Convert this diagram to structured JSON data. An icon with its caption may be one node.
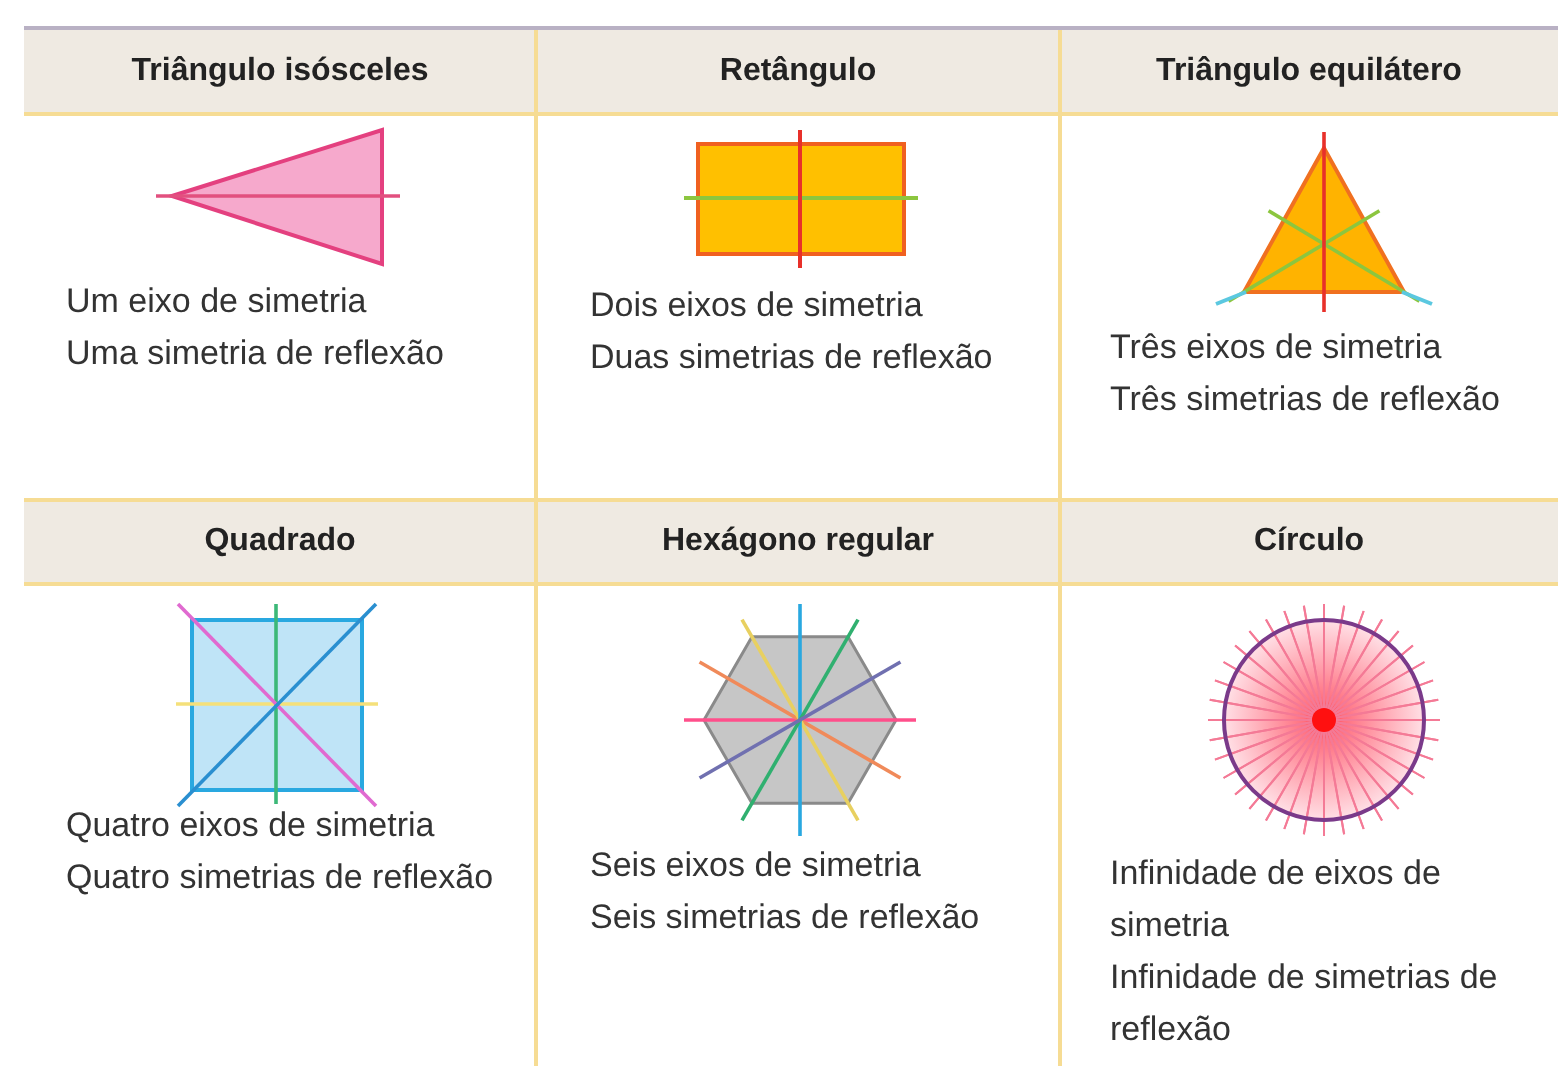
{
  "diagram": {
    "labels": [
      "Triângulo isósceles",
      "Retângulo",
      "Triângulo equilátero",
      "Um eixo de simetria",
      "Uma simetria de reflexão",
      "Dois eixos de simetria",
      "Duas simetrias de reflexão",
      "Três eixos de simetria",
      "Três simetrias de reflexão",
      "Quadrado",
      "Hexágono regular",
      "Círculo",
      "Quatro eixos de simetria",
      "Quatro simetrias de reflexão",
      "Seis eixos de simetria",
      "Seis simetrias de reflexão",
      "Infinidade de eixos de simetria",
      "Infinidade de simetrias de reflexão"
    ]
  }
}
